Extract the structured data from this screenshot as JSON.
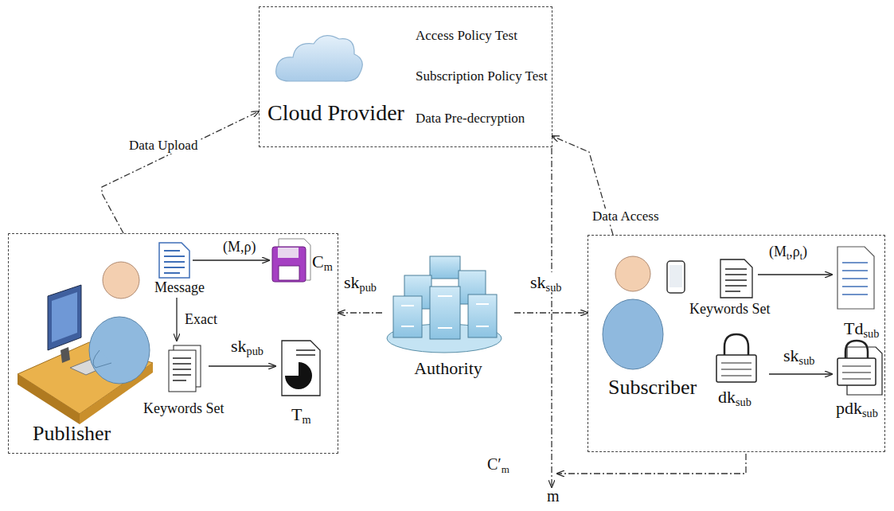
{
  "diagram": {
    "nodes": [
      {
        "text": [
          "Cloud Provider",
          "Access Policy Test",
          "Subscription Policy Test",
          "Data Pre-decryption"
        ]
      },
      {
        "text": [
          "Publisher"
        ]
      },
      {
        "text": [
          "Authority"
        ]
      },
      {
        "text": [
          "Subscriber"
        ]
      }
    ],
    "edges": [
      {
        "from": 1,
        "to": 0,
        "arrow": "to",
        "label": "Data Upload"
      },
      {
        "from": 3,
        "to": 0,
        "arrow": "to",
        "label": "Data Access"
      },
      {
        "from": 2,
        "to": 1,
        "arrow": "to",
        "label": "skpub"
      },
      {
        "from": 2,
        "to": 3,
        "arrow": "to",
        "label": "sksub"
      }
    ],
    "labels": [
      "Message",
      "Exact",
      "Keywords Set",
      "(M,ρ)",
      "Cm",
      "skpub",
      "Tm",
      "Keywords Set",
      "(Mt,ρt)",
      "Tdsub",
      "dksub",
      "sksub",
      "pdksub",
      "C′m",
      "m"
    ]
  }
}
